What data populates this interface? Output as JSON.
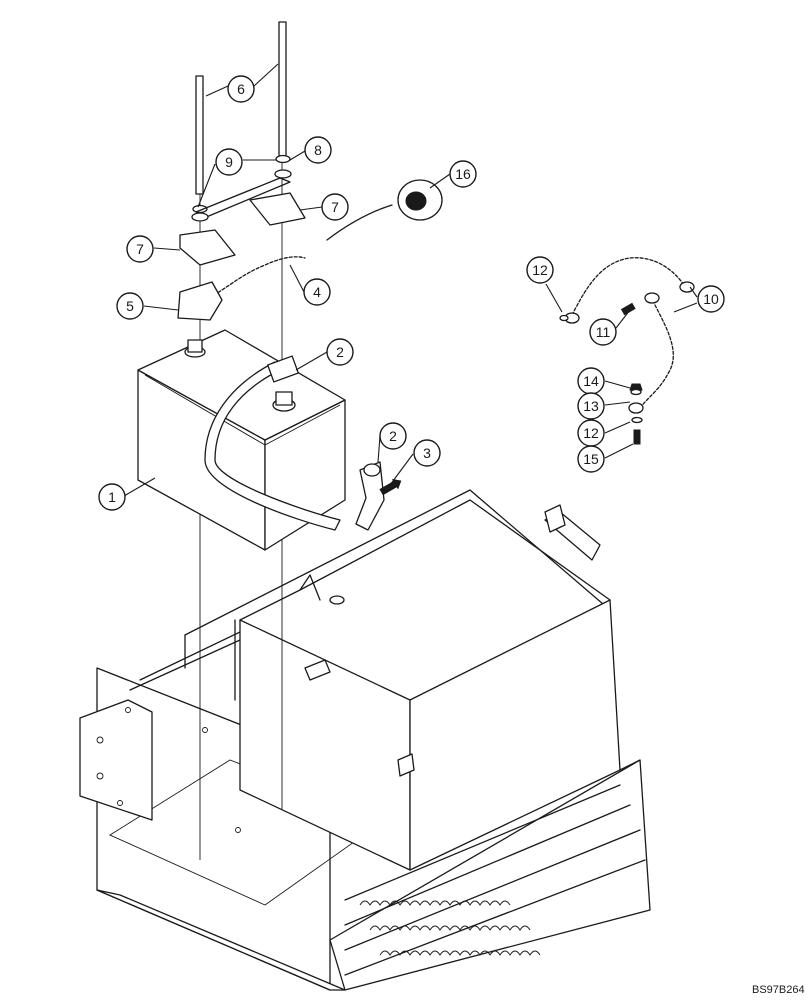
{
  "diagram": {
    "drawing_code": "BS97B264",
    "callouts": [
      {
        "label": "1"
      },
      {
        "label": "2"
      },
      {
        "label": "3"
      },
      {
        "label": "4"
      },
      {
        "label": "5"
      },
      {
        "label": "6"
      },
      {
        "label": "7"
      },
      {
        "label": "7"
      },
      {
        "label": "8"
      },
      {
        "label": "9"
      },
      {
        "label": "2"
      },
      {
        "label": "16"
      },
      {
        "label": "12"
      },
      {
        "label": "10"
      },
      {
        "label": "11"
      },
      {
        "label": "14"
      },
      {
        "label": "13"
      },
      {
        "label": "12"
      },
      {
        "label": "15"
      }
    ]
  }
}
